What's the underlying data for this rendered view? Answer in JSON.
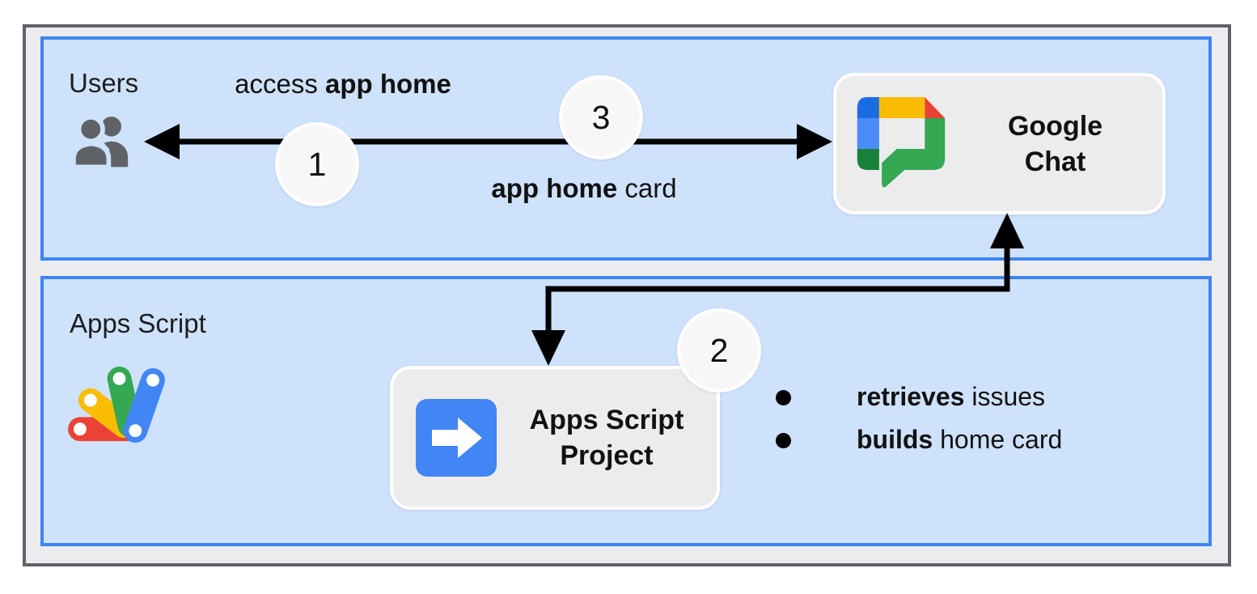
{
  "diagram": {
    "title_context": "Google Chat app home flow",
    "sections": {
      "users": {
        "label": "Users"
      },
      "apps_script": {
        "label": "Apps Script"
      }
    },
    "steps": {
      "step1": "1",
      "step2": "2",
      "step3": "3"
    },
    "edge_labels": {
      "access": {
        "regular": "access ",
        "bold": "app home"
      },
      "card": {
        "bold": "app home",
        "regular": " card"
      }
    },
    "nodes": {
      "google_chat": {
        "line1": "Google",
        "line2": "Chat"
      },
      "apps_script_project": {
        "line1": "Apps Script",
        "line2": "Project"
      }
    },
    "bullets": [
      {
        "bold": "retrieves",
        "regular": " issues"
      },
      {
        "bold": "builds",
        "regular": " home card"
      }
    ],
    "icons": {
      "users": "people-icon",
      "google_chat": "google-chat-logo",
      "apps_script": "apps-script-logo",
      "project": "arrow-right-icon"
    },
    "colors": {
      "section_fill": "#cfe2fc",
      "section_border": "#3d85f6",
      "frame_fill": "#ececee",
      "frame_border": "#5f6368",
      "card_fill": "#ececec",
      "card_border": "#ffffff",
      "circle_fill": "#f7f7f7",
      "arrow_black": "#000000",
      "google_blue": "#4285f4",
      "google_red": "#ea4335",
      "google_yellow": "#fbbc04",
      "google_green": "#34a853",
      "google_dark_green": "#188038",
      "google_dark_blue": "#1b6ce3",
      "people_gray": "#5f6368"
    }
  }
}
